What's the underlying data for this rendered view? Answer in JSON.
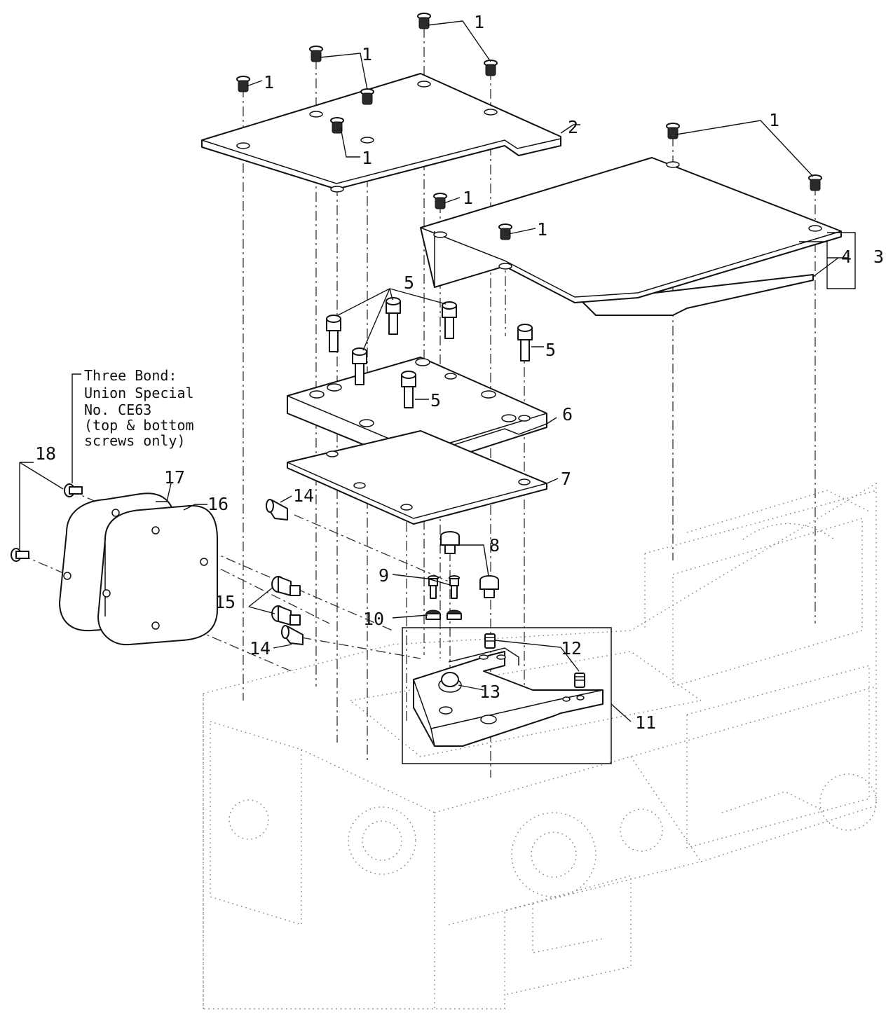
{
  "labels": {
    "l1": "1",
    "l2": "2",
    "l3": "3",
    "l4": "4",
    "l5": "5",
    "l6": "6",
    "l7": "7",
    "l8": "8",
    "l9": "9",
    "l10": "10",
    "l11": "11",
    "l12": "12",
    "l13": "13",
    "l14": "14",
    "l15": "15",
    "l16": "16",
    "l17": "17",
    "l18": "18"
  },
  "note": {
    "line1": "Three Bond:",
    "line2": "Union Special",
    "line3": "No. CE63",
    "line4": "(top & bottom",
    "line5": "screws only)"
  }
}
